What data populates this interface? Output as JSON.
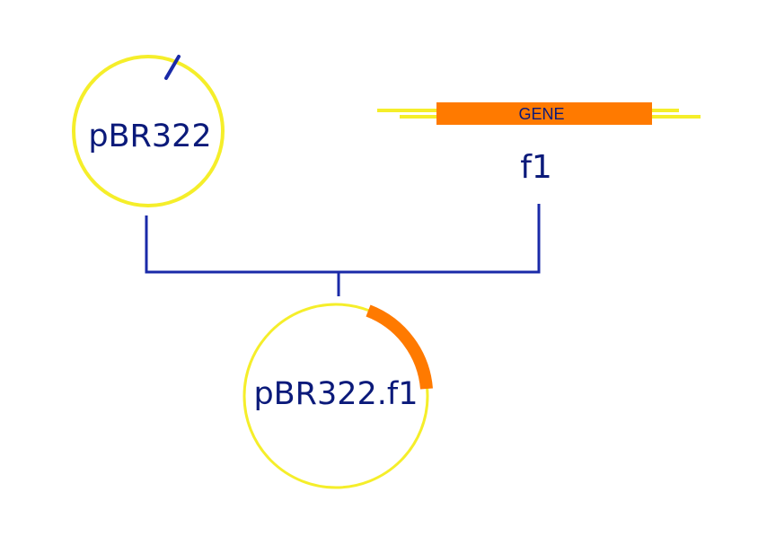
{
  "diagram": {
    "colors": {
      "plasmid_ring": "#f5ee2a",
      "insert": "#ff7a00",
      "connector": "#1a2aa8",
      "text": "#0b1a7a"
    },
    "vector": {
      "name": "pBR322"
    },
    "insert": {
      "gene_label": "GENE",
      "name": "f1"
    },
    "product": {
      "name": "pBR322.f1"
    }
  }
}
